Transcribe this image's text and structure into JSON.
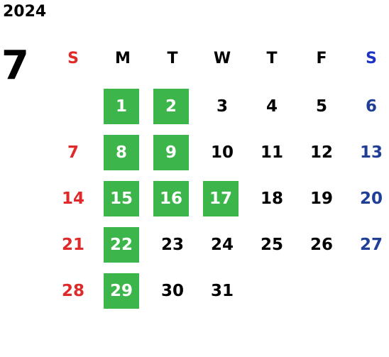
{
  "year": "2024",
  "month": "7",
  "weekdays": [
    "S",
    "M",
    "T",
    "W",
    "T",
    "F",
    "S"
  ],
  "weeks": [
    [
      "",
      "1",
      "2",
      "3",
      "4",
      "5",
      "6"
    ],
    [
      "7",
      "8",
      "9",
      "10",
      "11",
      "12",
      "13"
    ],
    [
      "14",
      "15",
      "16",
      "17",
      "18",
      "19",
      "20"
    ],
    [
      "21",
      "22",
      "23",
      "24",
      "25",
      "26",
      "27"
    ],
    [
      "28",
      "29",
      "30",
      "31",
      "",
      "",
      ""
    ]
  ],
  "highlighted_days": [
    "1",
    "2",
    "8",
    "9",
    "15",
    "16",
    "17",
    "22",
    "29"
  ],
  "colors": {
    "highlight": "#3cb54a",
    "sunday": "#e02a2a",
    "saturday": "#1f3f96",
    "saturday_header": "#1d33c8"
  }
}
